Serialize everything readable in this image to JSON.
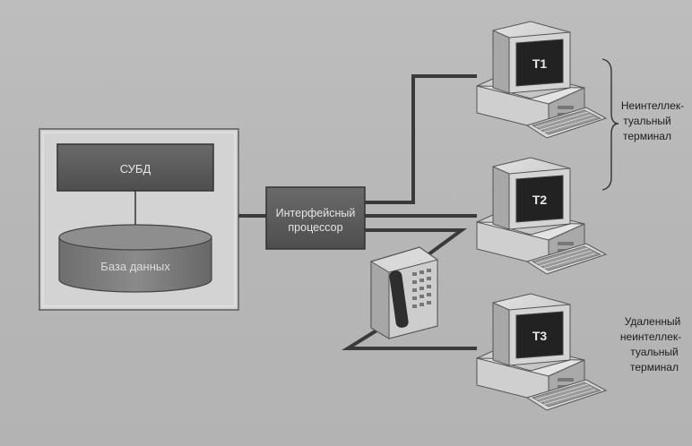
{
  "diagram": {
    "dbms_label": "СУБД",
    "database_label": "База данных",
    "interface_processor_lines": [
      "Интерфейсный",
      "процессор"
    ],
    "terminals": [
      {
        "id": "t1",
        "label": "T1"
      },
      {
        "id": "t2",
        "label": "T2"
      },
      {
        "id": "t3",
        "label": "T3"
      }
    ],
    "dumb_terminal_caption": [
      "Неинтеллек-",
      "туальный",
      "терминал"
    ],
    "remote_terminal_caption": [
      "Удаленный",
      "неинтеллек-",
      "туальный",
      "терминал"
    ],
    "icons": {
      "telephone": "telephone-icon",
      "terminal": "computer-terminal-icon",
      "database": "database-cylinder-icon"
    },
    "colors": {
      "background": "#b9b9b9",
      "box_fill": "#5a5a5a",
      "cylinder_fill": "#7a7a7a",
      "line": "#3a3a3a",
      "host_panel": "#d2d2d2"
    }
  }
}
